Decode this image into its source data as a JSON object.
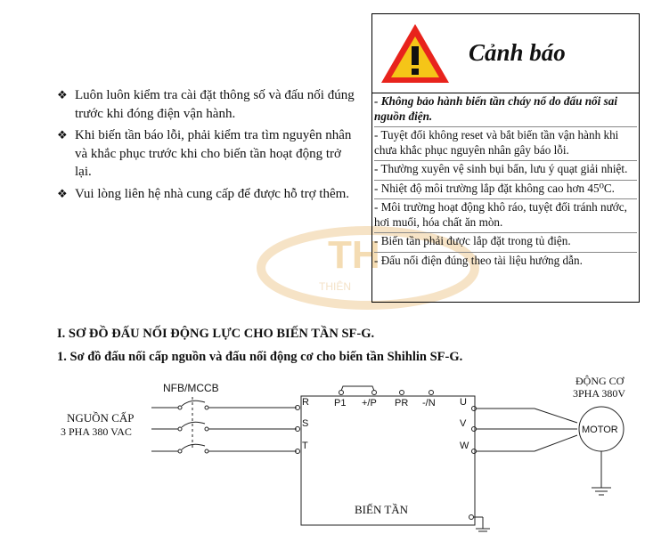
{
  "bullets": [
    "Luôn luôn kiểm tra cài đặt thông số và đấu nối đúng trước khi đóng điện vận hành.",
    "Khi biến tần báo lỗi, phải kiểm tra tìm nguyên nhân và khắc phục trước khi cho biến tần hoạt động trở lại.",
    "Vui lòng liên hệ nhà cung cấp để được hỗ trợ thêm."
  ],
  "bullet_mark": "❖",
  "warning": {
    "title": "Cảnh báo",
    "items": [
      "- Không bảo hành biến tần cháy nổ do đấu nối sai nguồn điện.",
      "- Tuyệt đối không reset và bắt biến tần vận hành khi chưa khắc phục nguyên nhân gây báo lỗi.",
      "- Thường xuyên vệ sinh bụi bẩn, lưu ý quạt giải nhiệt.",
      "- Nhiệt độ môi trường lắp đặt không cao hơn 45⁰C.",
      "- Môi trường hoạt động khô ráo, tuyệt đối tránh nước, hơi muối, hóa chất ăn mòn.",
      "- Biến tần phải được lắp đặt trong tủ điện.",
      "- Đấu nối điện đúng theo tài liệu hướng dẫn."
    ],
    "icon_color": "#e8231c",
    "icon_fill": "#f5c518"
  },
  "section_title": "I. SƠ ĐỒ ĐẤU NỐI ĐỘNG LỰC CHO BIẾN TẦN SF-G.",
  "subsection_title": "1. Sơ đồ đấu nối cấp nguồn và đấu nối động cơ cho biến tần Shihlin SF-G.",
  "diagram": {
    "breaker_label": "NFB/MCCB",
    "source_label_1": "NGUỒN CẤP",
    "source_label_2": "3 PHA 380 VAC",
    "inverter_label": "BIẾN TẦN",
    "motor_label_1": "ĐỘNG CƠ",
    "motor_label_2": "3PHA 380V",
    "motor_text": "MOTOR",
    "inputs": [
      "R",
      "S",
      "T"
    ],
    "outputs": [
      "U",
      "V",
      "W"
    ],
    "top_terminals": [
      "P1",
      "+/P",
      "PR",
      "-/N"
    ]
  },
  "watermark_text": "TH",
  "watermark_sub": "THIÊN"
}
